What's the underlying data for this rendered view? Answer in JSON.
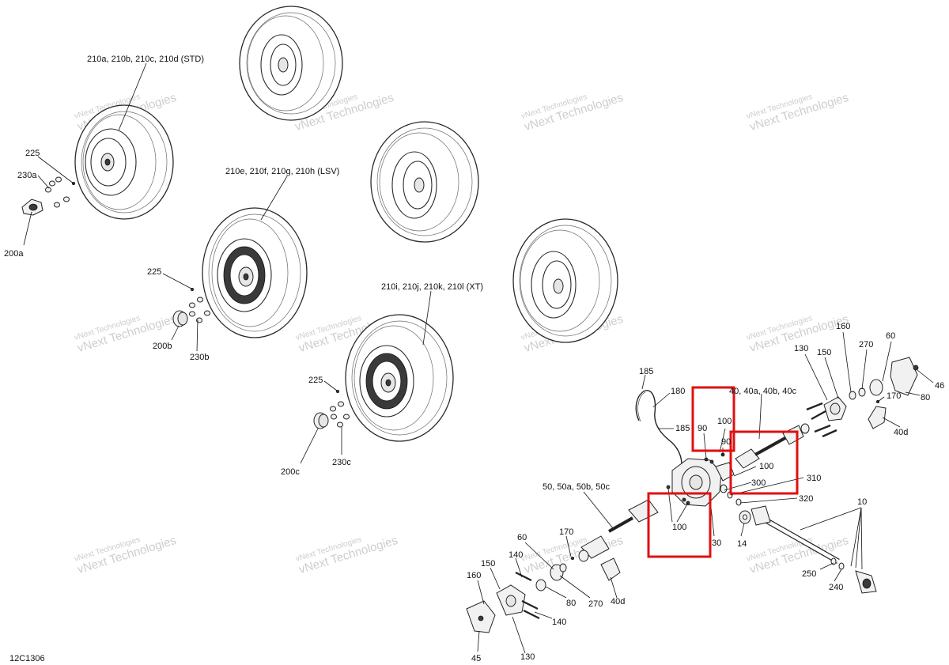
{
  "diagram_code": "12C1306",
  "highlight_color": "#e01010",
  "watermark": {
    "line1": "vNext Technologies",
    "line2": "vNext Technologies"
  },
  "wheel_labels": {
    "std": "210a, 210b, 210c, 210d (STD)",
    "lsv": "210e, 210f, 210g, 210h (LSV)",
    "xt": "210i, 210j, 210k, 210l (XT)"
  },
  "hardware_labels": {
    "c225_a": "225",
    "c230a": "230a",
    "c200a": "200a",
    "c225_b": "225",
    "c200b": "200b",
    "c230b": "230b",
    "c225_c": "225",
    "c200c": "200c",
    "c230c": "230c"
  },
  "drive_labels": {
    "c185_a": "185",
    "c180": "180",
    "c185_b": "185",
    "c40": "40, 40a, 40b, 40c",
    "c100_a": "100",
    "c90_a": "90",
    "c90_b": "90",
    "c100_b": "100",
    "c300": "300",
    "c310": "310",
    "c320": "320",
    "c50": "50, 50a, 50b, 50c",
    "c100_c": "100",
    "c30": "30",
    "c14": "14",
    "c10": "10",
    "c250": "250",
    "c240": "240",
    "c160_r": "160",
    "c270_r": "270",
    "c60_r": "60",
    "c130_r": "130",
    "c150_r": "150",
    "c170_r": "170",
    "c80_r": "80",
    "c46": "46",
    "c40d_r": "40d",
    "c60_l": "60",
    "c170_l": "170",
    "c140_a": "140",
    "c150_l": "150",
    "c160_l": "160",
    "c80_l": "80",
    "c270_l": "270",
    "c40d_l": "40d",
    "c140_b": "140",
    "c45": "45",
    "c130_l": "130"
  }
}
